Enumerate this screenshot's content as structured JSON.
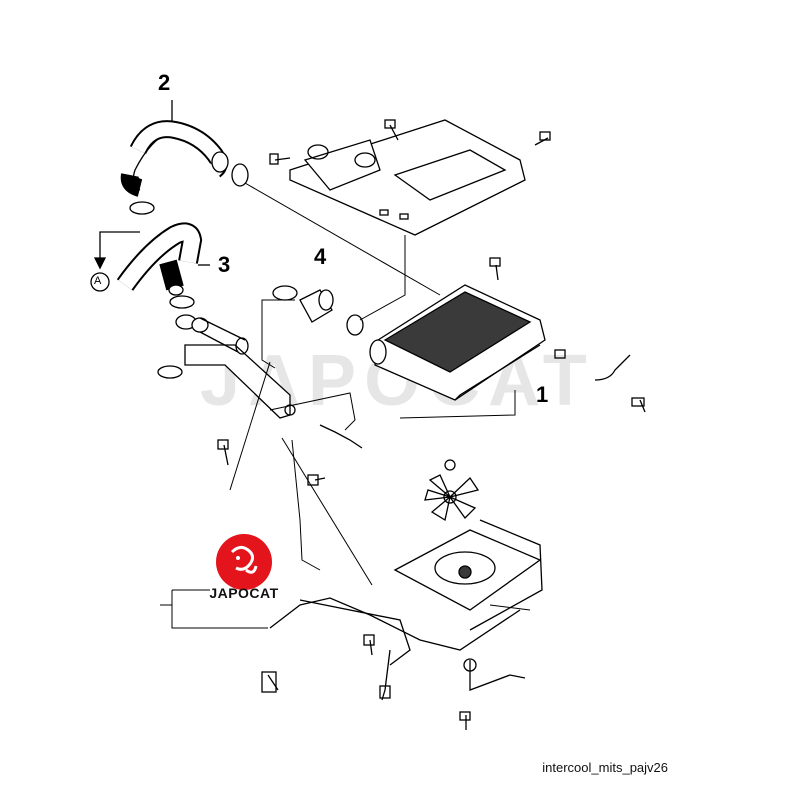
{
  "diagram": {
    "caption": "intercool_mits_pajv26",
    "watermark": "JAPOCAT",
    "logo_text": "JAPOCAT",
    "reference_marker": "A",
    "callouts": [
      {
        "id": "1",
        "label": "1"
      },
      {
        "id": "2",
        "label": "2"
      },
      {
        "id": "3",
        "label": "3"
      },
      {
        "id": "4",
        "label": "4"
      }
    ],
    "colors": {
      "line": "#000000",
      "part_fill": "#ffffff",
      "part_shade": "#3a3a3a",
      "logo_red": "#e3141b",
      "watermark": "#e6e6e6"
    }
  }
}
